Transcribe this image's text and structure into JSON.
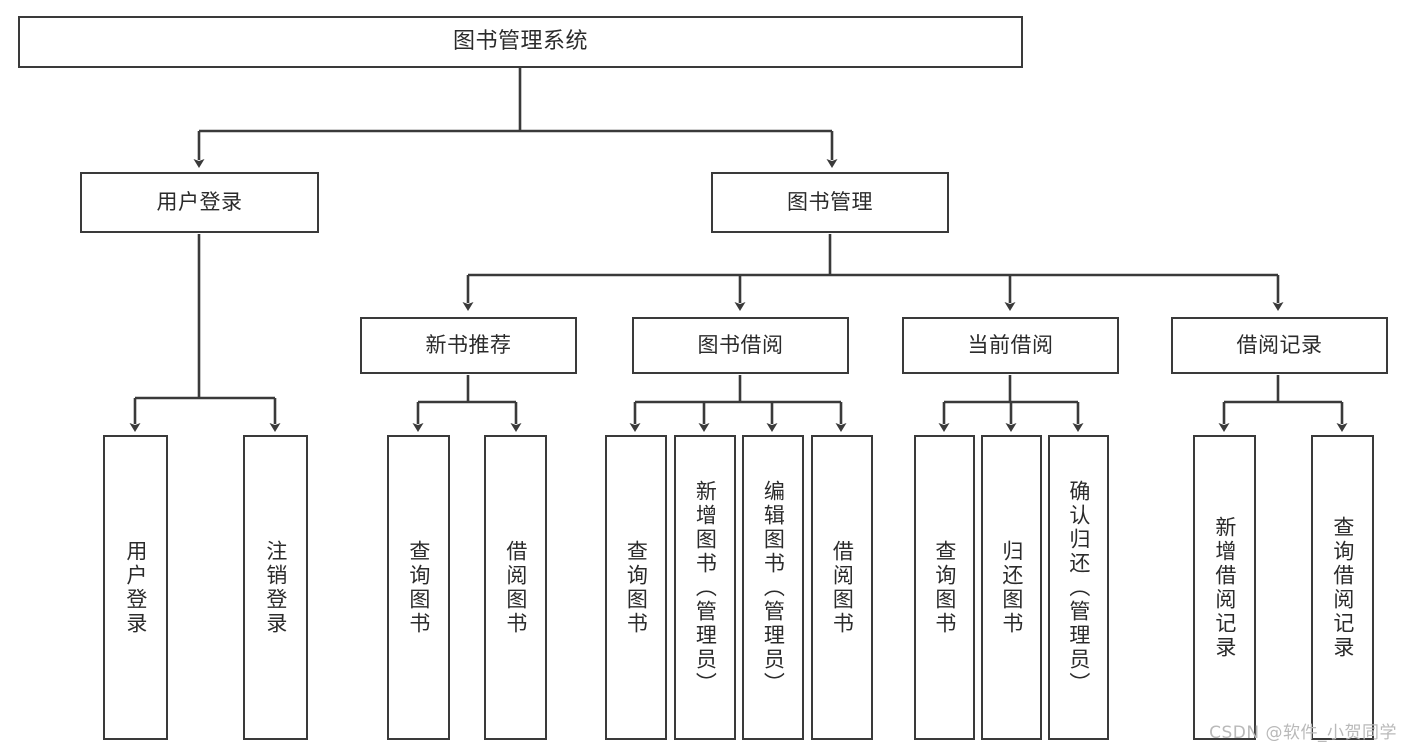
{
  "diagram": {
    "type": "tree",
    "title": "图书管理系统",
    "watermark": "CSDN @软件_小贺同学",
    "colors": {
      "box_border": "#3a3a3a",
      "box_fill": "#ffffff",
      "edge": "#3a3a3a",
      "text": "#2b2b2b",
      "watermark": "#b9b9b9",
      "background": "#ffffff"
    }
  },
  "nodes": {
    "root": {
      "label": "图书管理系统",
      "level": 0
    },
    "level1": [
      {
        "id": "user-login",
        "label": "用户登录"
      },
      {
        "id": "book-manage",
        "label": "图书管理"
      }
    ],
    "level2": [
      {
        "id": "new-book-recommend",
        "label": "新书推荐",
        "parent": "book-manage"
      },
      {
        "id": "book-borrow",
        "label": "图书借阅",
        "parent": "book-manage"
      },
      {
        "id": "current-borrow",
        "label": "当前借阅",
        "parent": "book-manage"
      },
      {
        "id": "borrow-record",
        "label": "借阅记录",
        "parent": "book-manage"
      }
    ],
    "leaves": [
      {
        "id": "leaf-user-login",
        "label": "用户登录",
        "parent": "user-login"
      },
      {
        "id": "leaf-logout",
        "label": "注销登录",
        "parent": "user-login"
      },
      {
        "id": "leaf-query-book-1",
        "label": "查询图书",
        "parent": "new-book-recommend"
      },
      {
        "id": "leaf-borrow-book-1",
        "label": "借阅图书",
        "parent": "new-book-recommend"
      },
      {
        "id": "leaf-query-book-2",
        "label": "查询图书",
        "parent": "book-borrow"
      },
      {
        "id": "leaf-add-book",
        "label": "新增图书（管理员）",
        "parent": "book-borrow"
      },
      {
        "id": "leaf-edit-book",
        "label": "编辑图书（管理员）",
        "parent": "book-borrow"
      },
      {
        "id": "leaf-borrow-book-2",
        "label": "借阅图书",
        "parent": "book-borrow"
      },
      {
        "id": "leaf-query-book-3",
        "label": "查询图书",
        "parent": "current-borrow"
      },
      {
        "id": "leaf-return-book",
        "label": "归还图书",
        "parent": "current-borrow"
      },
      {
        "id": "leaf-confirm-return",
        "label": "确认归还（管理员）",
        "parent": "current-borrow"
      },
      {
        "id": "leaf-add-record",
        "label": "新增借阅记录",
        "parent": "borrow-record"
      },
      {
        "id": "leaf-query-record",
        "label": "查询借阅记录",
        "parent": "borrow-record"
      }
    ]
  }
}
